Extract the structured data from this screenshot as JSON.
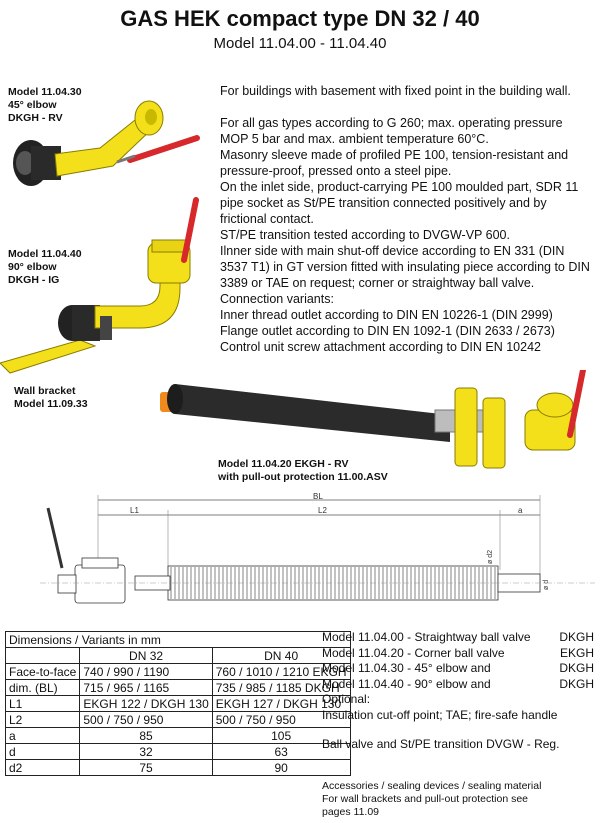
{
  "header": {
    "title": "GAS HEK compact type DN 32 / 40",
    "subtitle": "Model 11.04.00  - 11.04.40"
  },
  "description": [
    "For buildings with basement with fixed point in the building wall.",
    "",
    "For all gas types according to G 260; max. operating pressure MOP 5 bar and max. ambient temperature 60°C.",
    "Masonry sleeve made of profiled PE 100, tension-resistant and pressure-proof, pressed onto a steel pipe.",
    "On the inlet side, product-carrying PE 100 moulded part, SDR 11 pipe socket as St/PE transition connected positively and by frictional contact.",
    "ST/PE transition tested according to DVGW-VP 600.",
    "Ilnner side with main shut-off device according to EN 331 (DIN 3537 T1) in GT version fitted with insulating piece according to DIN 3389 or TAE on request; corner or straightway ball valve.",
    "Connection variants:",
    "Inner thread outlet according to DIN EN 10226-1 (DIN 2999)",
    "Flange outlet according to DIN EN 1092-1 (DIN 2633 / 2673)",
    "Control unit screw attachment according to DIN EN 10242"
  ],
  "labels": {
    "m30": [
      "Model 11.04.30",
      "45° elbow",
      "DKGH - RV"
    ],
    "m40": [
      "Model 11.04.40",
      "90° elbow",
      "DKGH - IG"
    ],
    "bracket": [
      "Wall bracket",
      "Model 11.09.33"
    ],
    "m20": [
      "Model 11.04.20  EKGH - RV",
      "with pull-out protection 11.00.ASV"
    ]
  },
  "drawing": {
    "bl": "BL",
    "l1": "L1",
    "l2": "L2",
    "a": "a",
    "d2": "ø d2",
    "d": "ø d"
  },
  "table": {
    "header": "Dimensions / Variants in mm",
    "col_dn32": "DN 32",
    "col_dn40": "DN 40",
    "rows": [
      [
        "Face-to-face",
        "740 / 990 / 1190",
        "760 / 1010 / 1210 EKGH"
      ],
      [
        "dim. (BL)",
        "715 / 965 / 1165",
        "735 /  985 / 1185 DKGH"
      ],
      [
        "L1",
        "EKGH 122 / DKGH 130",
        "EKGH 127 / DKGH 130"
      ],
      [
        "L2",
        "500 / 750 / 950",
        "500 / 750 / 950"
      ],
      [
        "a",
        "85",
        "105"
      ],
      [
        "d",
        "32",
        "63"
      ],
      [
        "d2",
        "75",
        "90"
      ]
    ]
  },
  "models": [
    {
      "text": "Model 11.04.00 - Straightway ball valve",
      "code": "DKGH"
    },
    {
      "text": "Model 11.04.20 - Corner ball valve",
      "code": "EKGH"
    },
    {
      "text": "Model 11.04.30 - 45° elbow and",
      "code": "DKGH"
    },
    {
      "text": "Model 11.04.40 - 90° elbow and",
      "code": "DKGH"
    },
    {
      "text": "Optional:",
      "code": ""
    },
    {
      "text": "Insulation cut-off point; TAE; fire-safe handle",
      "code": ""
    }
  ],
  "dvgw_note": "Ball valve and St/PE transition DVGW - Reg.",
  "accessories": [
    "Accessories / sealing devices / sealing material",
    "For wall brackets and pull-out protection see",
    "pages 11.09"
  ],
  "colors": {
    "yellow": "#f3e01a",
    "red": "#d7282b",
    "black": "#222222",
    "orange": "#f08a1c"
  }
}
